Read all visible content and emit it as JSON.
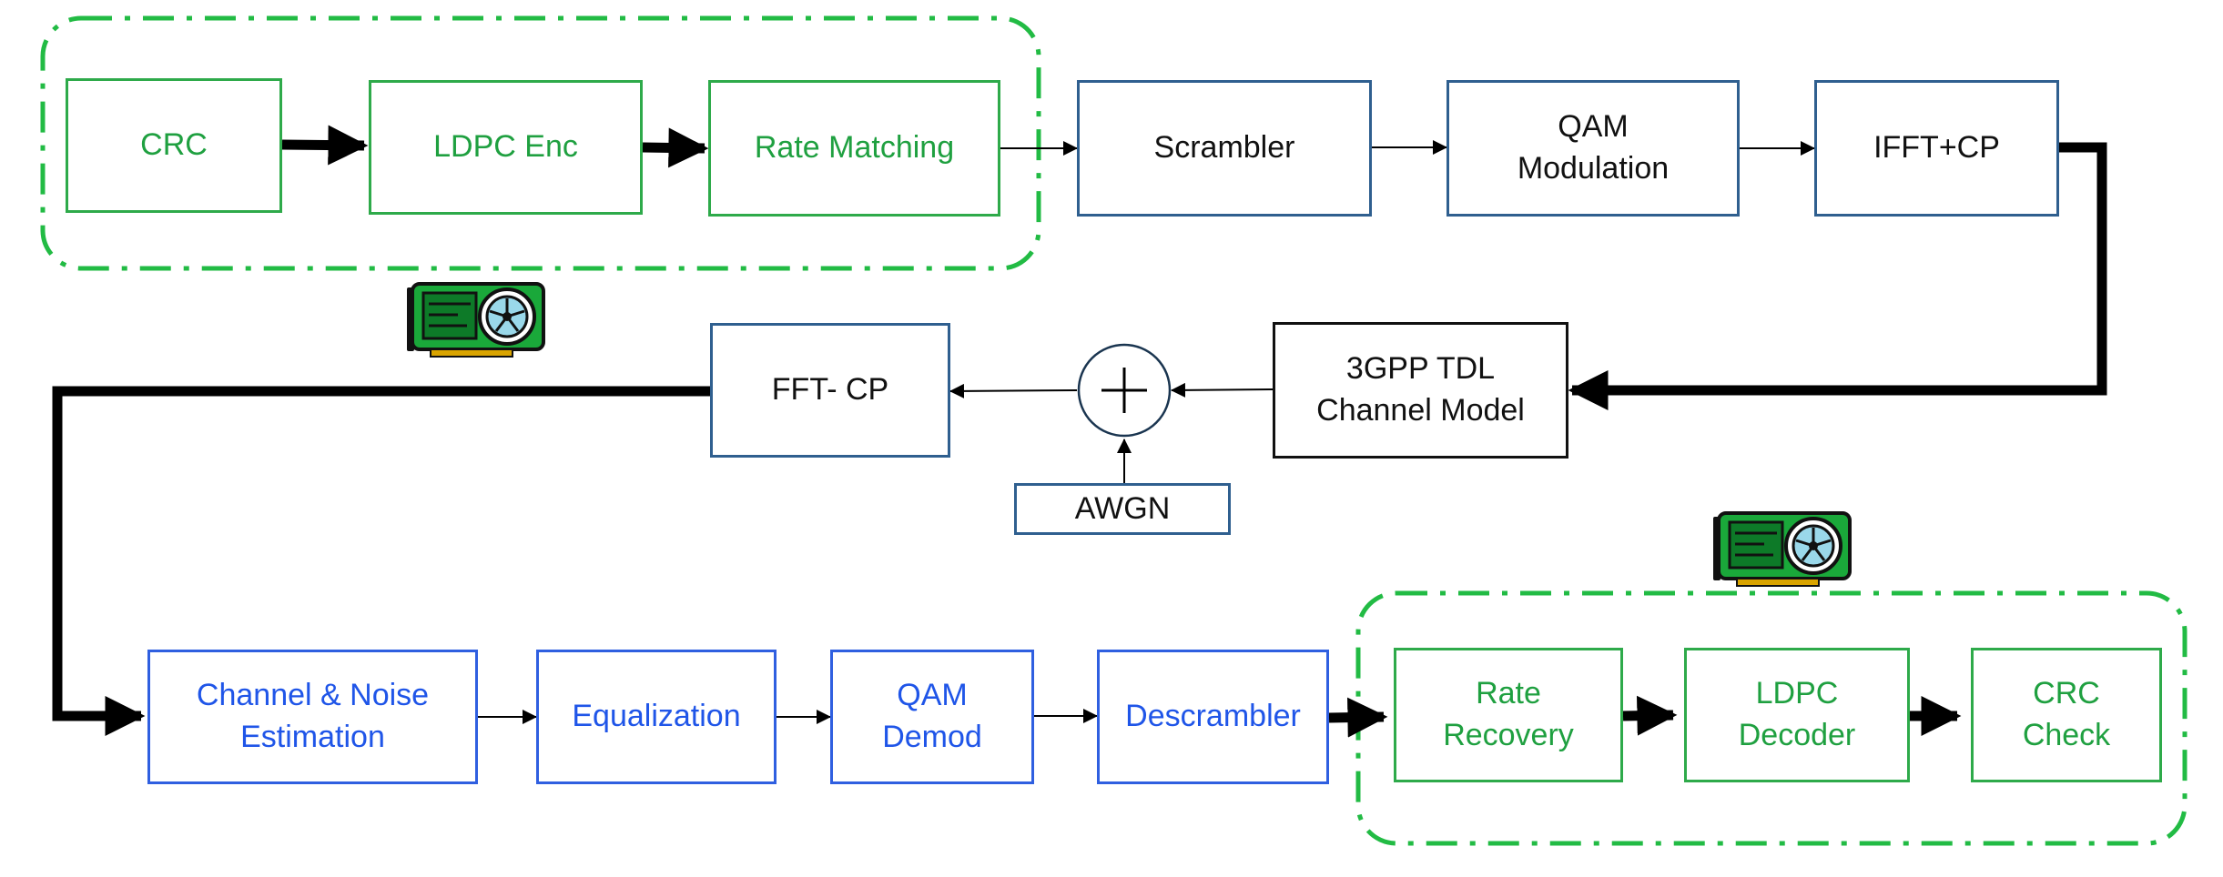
{
  "colors": {
    "gpu_blocks": "#2eaa4a",
    "gpu_text": "#1fa040",
    "tx_blocks": "#2f5f8f",
    "rx_blocks": "#2f5fe0",
    "channel_block": "#111111",
    "gpu_group_outline": "#22bb44"
  },
  "icons": {
    "gpu": "gpu-card-icon",
    "adder": "plus-icon"
  },
  "tx_chain": {
    "crc": "CRC",
    "ldpc_enc": "LDPC Enc",
    "rate_matching": "Rate Matching",
    "scrambler": "Scrambler",
    "qam_modulation": "QAM\nModulation",
    "ifft_cp": "IFFT+CP"
  },
  "channel": {
    "tdl": "3GPP TDL\nChannel Model",
    "fft_cp": "FFT- CP",
    "awgn": "AWGN"
  },
  "rx_chain": {
    "channel_noise_estimation": "Channel & Noise\nEstimation",
    "equalization": "Equalization",
    "qam_demod": "QAM\nDemod",
    "descrambler": "Descrambler",
    "rate_recovery": "Rate\nRecovery",
    "ldpc_decoder": "LDPC\nDecoder",
    "crc_check": "CRC\nCheck"
  }
}
